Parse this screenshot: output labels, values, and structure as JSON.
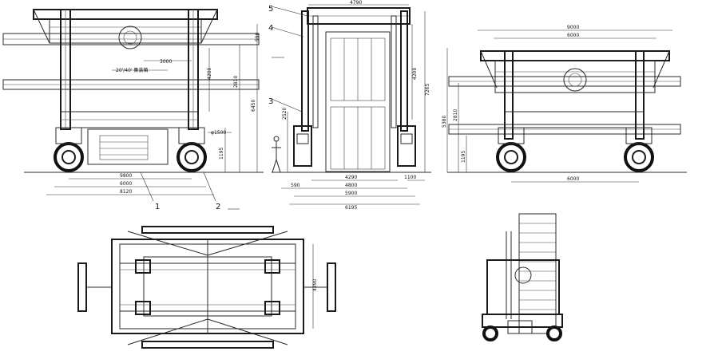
{
  "callouts": {
    "c1": "1",
    "c2": "2",
    "c3": "3",
    "c4": "4",
    "c5": "5"
  },
  "side_view": {
    "spec_note": "20'/40' 集装箱",
    "dims": {
      "w3000": "3000",
      "w6000": "6000",
      "w8120": "8120",
      "w9800": "9800",
      "h4200": "4200",
      "h2810": "2810",
      "h1195": "1195",
      "h590": "590",
      "h6450": "6450",
      "d1500": "φ1500"
    }
  },
  "end_view": {
    "dims": {
      "top": "4790",
      "w4290": "4290",
      "w4800": "4800",
      "w5900": "5900",
      "w6195": "6195",
      "s590": "590",
      "s1100": "1100",
      "h4200": "4200",
      "h7265": "7265",
      "h2520": "2520"
    }
  },
  "right_view": {
    "dims": {
      "w9000": "9000",
      "w6000": "6000",
      "w6000b": "6000",
      "h5380": "5380",
      "h2810": "2810",
      "h1195": "1195"
    }
  },
  "plan_view": {
    "dims": {
      "w4290": "4290"
    }
  },
  "colors": {
    "line": "#2a2a2a",
    "background": "#ffffff"
  }
}
